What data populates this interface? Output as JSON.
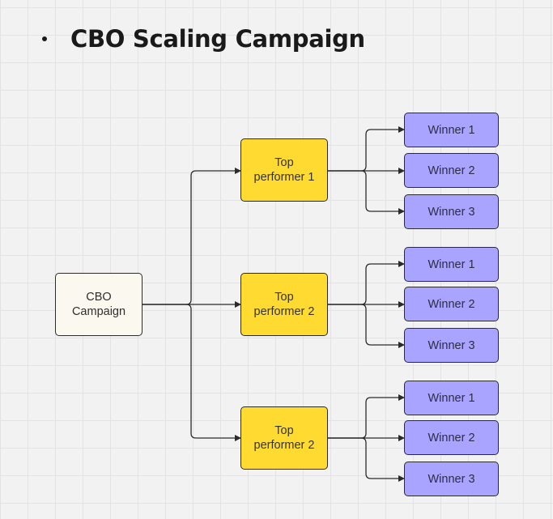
{
  "title": "CBO Scaling Campaign",
  "root": {
    "label": "CBO\nCampaign"
  },
  "groups": [
    {
      "label": "Top\nperformer 1",
      "winners": [
        "Winner 1",
        "Winner 2",
        "Winner 3"
      ]
    },
    {
      "label": "Top\nperformer 2",
      "winners": [
        "Winner 1",
        "Winner 2",
        "Winner 3"
      ]
    },
    {
      "label": "Top\nperformer 2",
      "winners": [
        "Winner 1",
        "Winner 2",
        "Winner 3"
      ]
    }
  ],
  "colors": {
    "root_fill": "#fbf8f0",
    "performer_fill": "#ffdb32",
    "winner_fill": "#a8a4ff",
    "connector": "#2b2b2b"
  }
}
